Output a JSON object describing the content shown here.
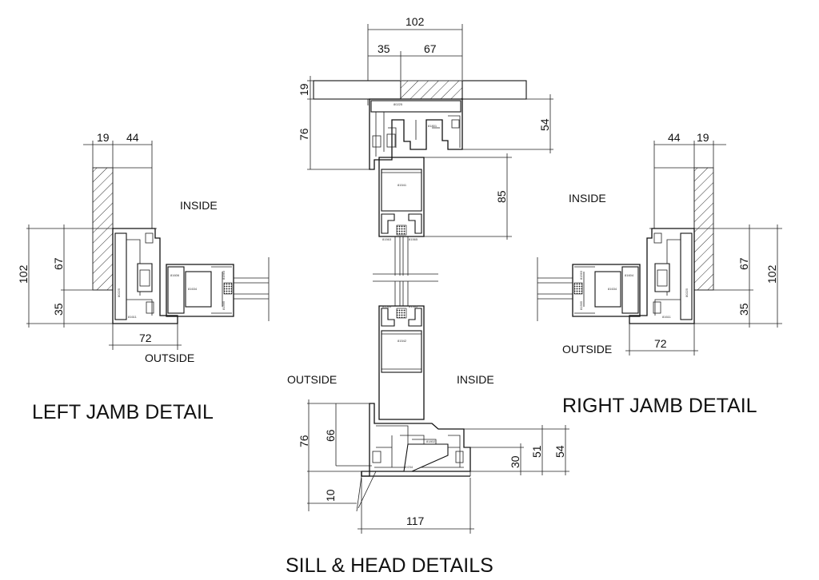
{
  "head": {
    "dim_102": "102",
    "dim_35": "35",
    "dim_67": "67",
    "dim_19": "19",
    "dim_76": "76",
    "dim_54": "54",
    "dim_85": "85",
    "code_frame": "80225",
    "code_top": "81801",
    "code_sash": "81541",
    "code_bead_l": "81563",
    "code_bead_r": "81565"
  },
  "sill": {
    "dim_76": "76",
    "dim_66": "66",
    "dim_10": "10",
    "dim_30": "30",
    "dim_51": "51",
    "dim_54": "54",
    "dim_117": "117",
    "code_sash": "81542",
    "code_frame": "80234",
    "code_inner": "81802",
    "code_bead_l": "81563",
    "code_bead_r": "81565"
  },
  "left_jamb": {
    "dim_19": "19",
    "dim_44": "44",
    "dim_102": "102",
    "dim_67": "67",
    "dim_35": "35",
    "dim_72": "72",
    "code_frame": "80225",
    "code_a": "81606",
    "code_b": "81634",
    "code_c": "81563",
    "code_d": "81565",
    "code_e": "81611"
  },
  "right_jamb": {
    "dim_44": "44",
    "dim_19": "19",
    "dim_67": "67",
    "dim_102": "102",
    "dim_35": "35",
    "dim_72": "72",
    "code_frame": "80225",
    "code_a": "81604",
    "code_b": "81634",
    "code_c": "81563",
    "code_d": "81565",
    "code_e": "81611"
  },
  "labels": {
    "inside": "INSIDE",
    "outside": "OUTSIDE",
    "left_title": "LEFT JAMB DETAIL",
    "right_title": "RIGHT JAMB DETAIL",
    "bottom_title": "SILL & HEAD DETAILS"
  }
}
